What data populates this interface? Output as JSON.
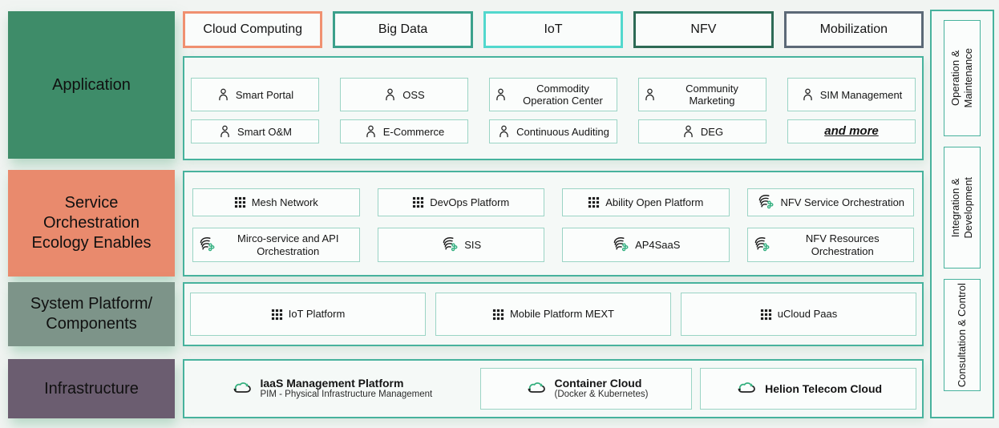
{
  "page": {
    "background": "#f1f4f2",
    "section_border_color": "#47b29d",
    "item_border_color": "#9bd4c5"
  },
  "left_sections": [
    {
      "label": "Application",
      "color": "#3e8c69"
    },
    {
      "label": "Service Orchestration Ecology Enables",
      "color": "#e98a6d"
    },
    {
      "label": "System Platform/ Components",
      "color": "#7d9489"
    },
    {
      "label": "Infrastructure",
      "color": "#6b5d70"
    }
  ],
  "tabs": [
    {
      "label": "Cloud Computing",
      "border_color": "#f09070"
    },
    {
      "label": "Big Data",
      "border_color": "#3ba08b"
    },
    {
      "label": "IoT",
      "border_color": "#52d8cd"
    },
    {
      "label": "NFV",
      "border_color": "#2d6a55"
    },
    {
      "label": "Mobilization",
      "border_color": "#5c6977"
    }
  ],
  "application": {
    "items": [
      {
        "label": "Smart Portal",
        "icon": "person"
      },
      {
        "label": "OSS",
        "icon": "person"
      },
      {
        "label": "Commodity Operation Center",
        "icon": "person"
      },
      {
        "label": "Community Marketing",
        "icon": "person"
      },
      {
        "label": "SIM Management",
        "icon": "person"
      },
      {
        "label": "Smart O&M",
        "icon": "person"
      },
      {
        "label": "E-Commerce",
        "icon": "person"
      },
      {
        "label": "Continuous Auditing",
        "icon": "person"
      },
      {
        "label": "DEG",
        "icon": "person"
      },
      {
        "label": "and more",
        "icon": "none"
      }
    ]
  },
  "service_orchestration": {
    "items": [
      {
        "label": "Mesh Network",
        "icon": "grid"
      },
      {
        "label": "DevOps Platform",
        "icon": "grid"
      },
      {
        "label": "Ability Open Platform",
        "icon": "grid"
      },
      {
        "label": "NFV Service Orchestration",
        "icon": "flow"
      },
      {
        "label": "Mirco-service and API Orchestration",
        "icon": "flow"
      },
      {
        "label": "SIS",
        "icon": "flow"
      },
      {
        "label": "AP4SaaS",
        "icon": "flow"
      },
      {
        "label": "NFV Resources Orchestration",
        "icon": "flow"
      }
    ]
  },
  "system_platform": {
    "items": [
      {
        "label": "IoT Platform",
        "icon": "grid"
      },
      {
        "label": "Mobile Platform MEXT",
        "icon": "grid"
      },
      {
        "label": "uCloud Paas",
        "icon": "grid"
      }
    ]
  },
  "infrastructure": {
    "items": [
      {
        "title": "IaaS Management Platform",
        "subtitle": "PIM - Physical Infrastructure Management",
        "icon": "cloud-sync"
      },
      {
        "title": "Container Cloud",
        "subtitle": "(Docker & Kubernetes)",
        "icon": "cloud-sync"
      },
      {
        "title": "Helion Telecom Cloud",
        "subtitle": "",
        "icon": "cloud-sync"
      }
    ]
  },
  "right_rail": {
    "items": [
      {
        "lines": [
          "Operation &",
          "Maintenance"
        ]
      },
      {
        "lines": [
          "Integration &",
          "Development"
        ]
      },
      {
        "lines": [
          "Consultation & Control"
        ]
      }
    ]
  }
}
